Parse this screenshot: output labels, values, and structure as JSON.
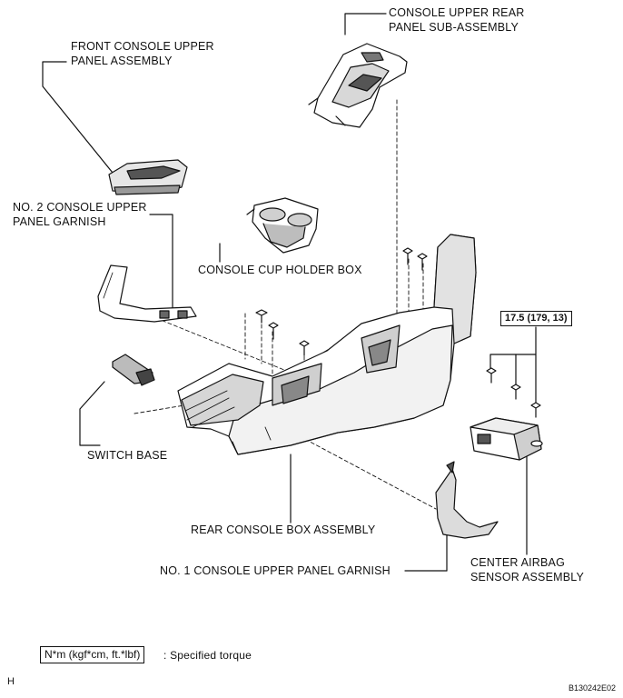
{
  "labels": {
    "upper_rear_1": "CONSOLE UPPER REAR",
    "upper_rear_2": "PANEL SUB-ASSEMBLY",
    "front_upper_1": "FRONT CONSOLE UPPER",
    "front_upper_2": "PANEL ASSEMBLY",
    "no2_garnish_1": "NO. 2 CONSOLE UPPER",
    "no2_garnish_2": "PANEL GARNISH",
    "cup_holder": "CONSOLE CUP HOLDER BOX",
    "switch_base": "SWITCH BASE",
    "rear_box": "REAR CONSOLE BOX ASSEMBLY",
    "no1_garnish": "NO. 1 CONSOLE UPPER PANEL GARNISH",
    "airbag_1": "CENTER AIRBAG",
    "airbag_2": "SENSOR ASSEMBLY"
  },
  "torque": "17.5 (179, 13)",
  "legend": {
    "unit": "N*m (kgf*cm, ft.*lbf)",
    "text": ": Specified torque"
  },
  "corner_letter": "H",
  "figure_code": "B130242E02"
}
